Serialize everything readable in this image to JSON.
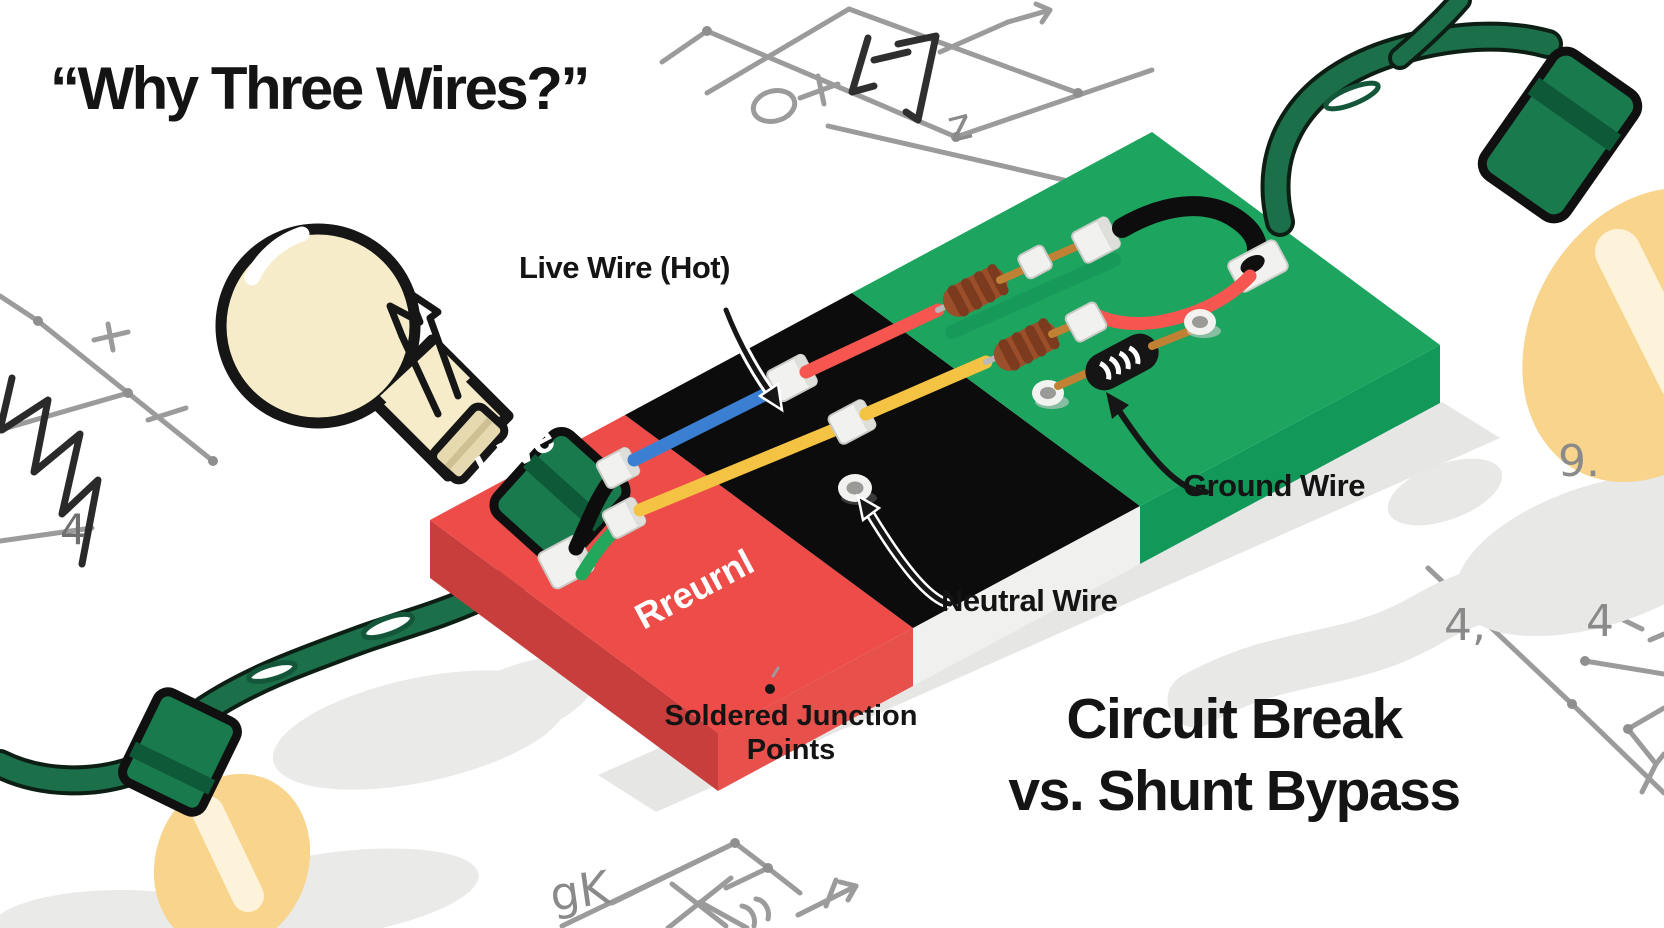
{
  "title": "“Why Three Wires?”",
  "board": {
    "label_live": "Live",
    "label_neutral_garbled": "Rreurnl"
  },
  "callouts": {
    "live_wire": "Live Wire (Hot)",
    "ground_wire": "Ground Wire",
    "neutral_wire": "Neutral Wire",
    "soldered_junction": "Soldered Junction Points"
  },
  "caption": {
    "line1": "Circuit Break",
    "line2": "vs. Shunt Bypass"
  },
  "sketches": {
    "top_squiggle": "z",
    "left_number": "4",
    "right_number_1": "9.",
    "right_number_2": "4,",
    "right_number_3": "4",
    "bottom_label": "gK"
  },
  "colors": {
    "board_red": "#ee4c48",
    "board_black": "#0c0c0c",
    "board_green": "#1da45f",
    "wire_blue": "#3a7fd2",
    "wire_yellow": "#f5c343",
    "wire_red": "#f6564f",
    "wire_green": "#22a75c",
    "cord_green": "#1b6f49",
    "bulb_cream": "#f6ecca",
    "bulb_warm": "#f8d48d",
    "resistor_brown": "#9a4e2a",
    "copper": "#c08134",
    "connector_white": "#f1f1ef",
    "sketch_gray": "#9b9b9b",
    "text_black": "#141414"
  }
}
